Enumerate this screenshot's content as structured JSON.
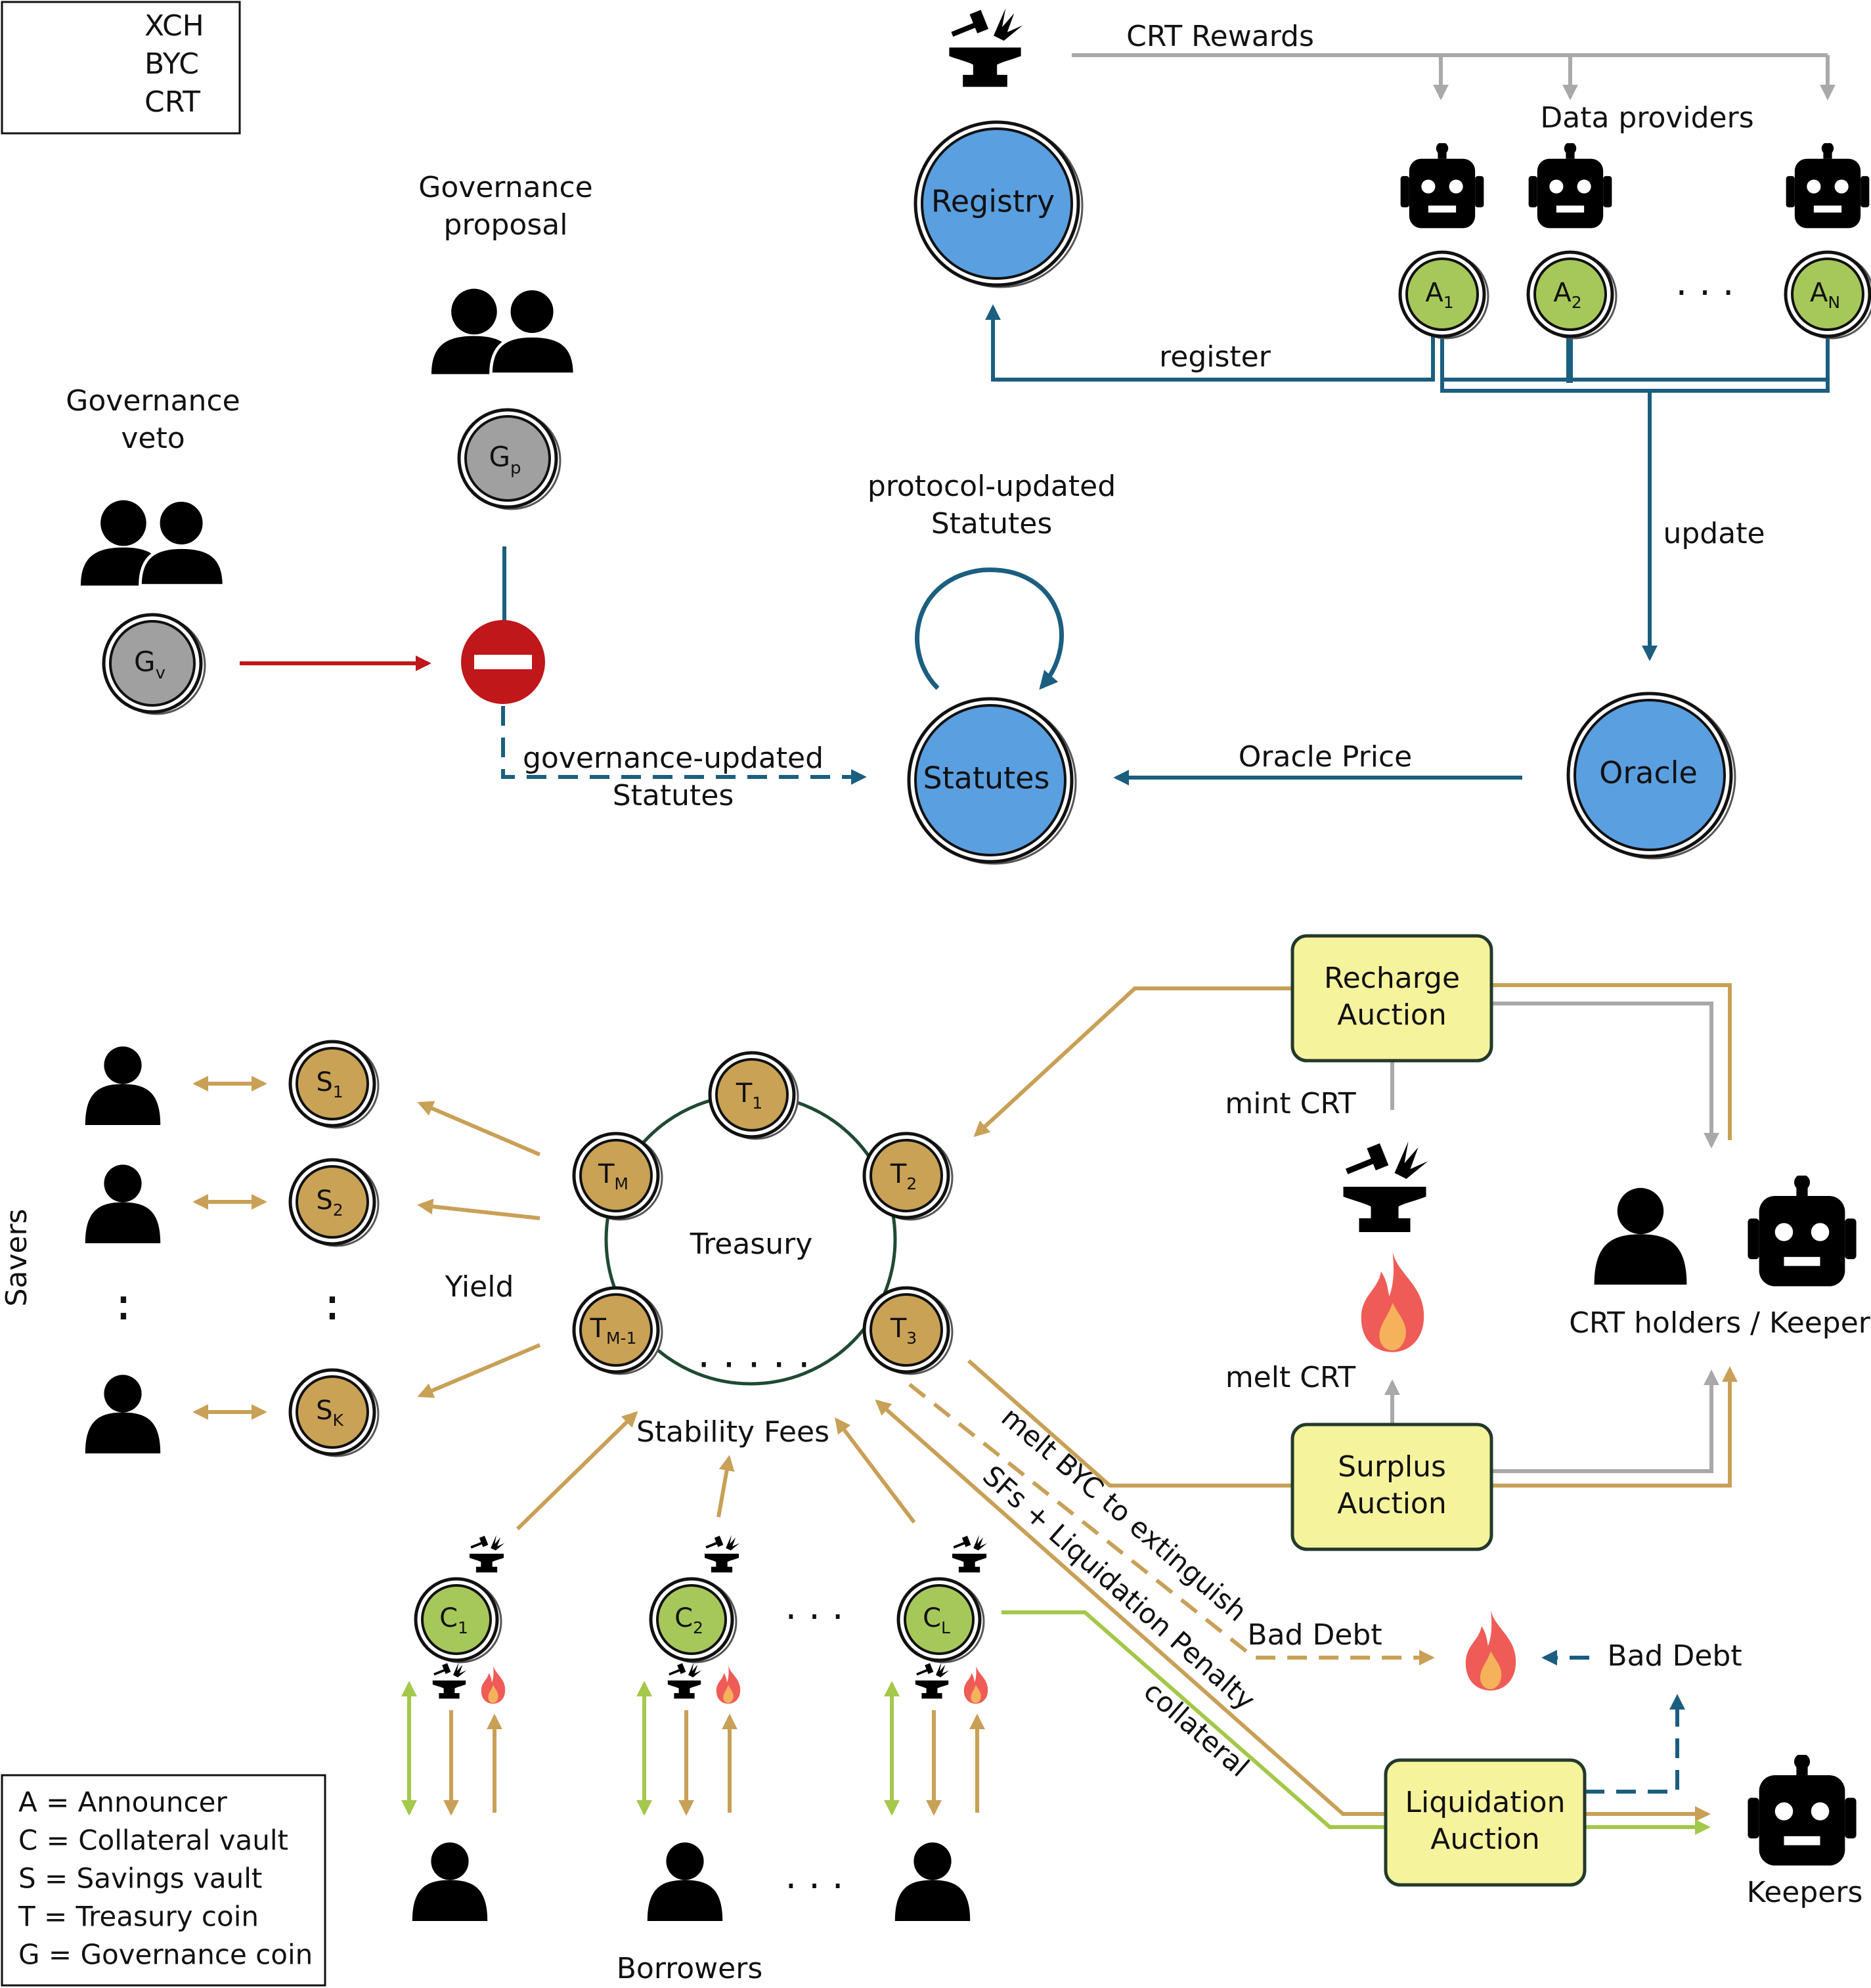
{
  "colors": {
    "xch": "#a3c84a",
    "byc": "#c9a057",
    "crt": "#a9a9a9",
    "teal": "#1b5e80",
    "red": "#c0171b",
    "registry_fill": "#5a9fe0",
    "announcer_fill": "#a6c85a",
    "gov_fill": "#a0a0a0",
    "treasury_fill": "#c9a256",
    "auction_fill": "#f5f39c",
    "auction_border": "#223a2b",
    "flame_outer": "#ef5b57",
    "flame_inner": "#f6b25b"
  },
  "legend": {
    "flows": [
      {
        "label": "XCH",
        "color_key": "xch"
      },
      {
        "label": "BYC",
        "color_key": "byc"
      },
      {
        "label": "CRT",
        "color_key": "crt"
      }
    ],
    "abbreviations": [
      "A = Announcer",
      "C = Collateral vault",
      "S = Savings vault",
      "T = Treasury coin",
      "G = Governance coin"
    ]
  },
  "labels": {
    "crt_rewards": "CRT Rewards",
    "data_providers": "Data providers",
    "registry": "Registry",
    "register": "register",
    "update": "update",
    "governance_proposal_1": "Governance",
    "governance_proposal_2": "proposal",
    "governance_veto_1": "Governance",
    "governance_veto_2": "veto",
    "protocol_updated_1": "protocol-updated",
    "protocol_updated_2": "Statutes",
    "governance_updated_1": "governance-updated",
    "governance_updated_2": "Statutes",
    "statutes": "Statutes",
    "oracle": "Oracle",
    "oracle_price": "Oracle Price",
    "recharge_auction_1": "Recharge",
    "recharge_auction_2": "Auction",
    "surplus_auction_1": "Surplus",
    "surplus_auction_2": "Auction",
    "liquidation_auction_1": "Liquidation",
    "liquidation_auction_2": "Auction",
    "mint_crt": "mint CRT",
    "melt_crt": "melt CRT",
    "crt_holders_keepers": "CRT holders / Keepers",
    "savers": "Savers",
    "yield": "Yield",
    "treasury": "Treasury",
    "stability_fees": "Stability Fees",
    "melt_byc": "melt BYC to extinguish",
    "sfs_liquidation": "SFs + Liquidation Penalty",
    "collateral": "collateral",
    "bad_debt_1": "Bad Debt",
    "bad_debt_2": "Bad Debt",
    "keepers": "Keepers",
    "borrowers": "Borrowers",
    "ellipsis": ". . ."
  },
  "coins": {
    "announcers": [
      {
        "main": "A",
        "sub": "1"
      },
      {
        "main": "A",
        "sub": "2"
      },
      {
        "main": "A",
        "sub": "N"
      }
    ],
    "gov_proposal": {
      "main": "G",
      "sub": "p"
    },
    "gov_veto": {
      "main": "G",
      "sub": "v"
    },
    "treasury": [
      {
        "main": "T",
        "sub": "1"
      },
      {
        "main": "T",
        "sub": "2"
      },
      {
        "main": "T",
        "sub": "3"
      },
      {
        "main": "T",
        "sub": "M"
      },
      {
        "main": "T",
        "sub": "M-1"
      }
    ],
    "savings": [
      {
        "main": "S",
        "sub": "1"
      },
      {
        "main": "S",
        "sub": "2"
      },
      {
        "main": "S",
        "sub": "K"
      }
    ],
    "collateral": [
      {
        "main": "C",
        "sub": "1"
      },
      {
        "main": "C",
        "sub": "2"
      },
      {
        "main": "C",
        "sub": "L"
      }
    ]
  }
}
